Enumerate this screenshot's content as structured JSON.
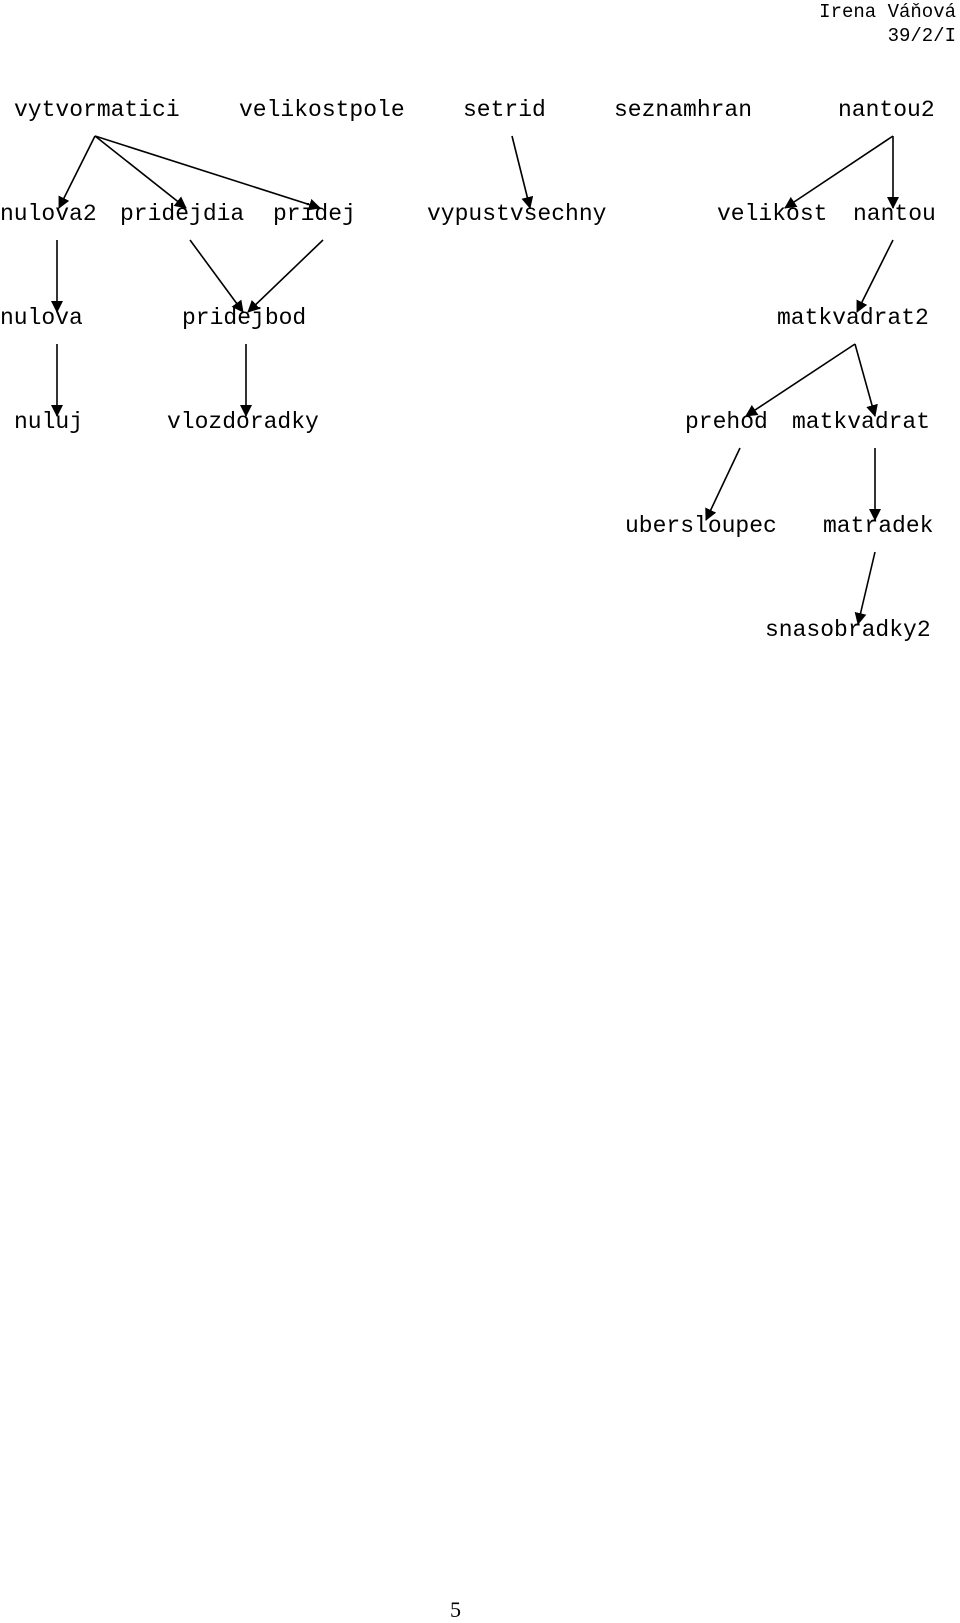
{
  "header": {
    "author": "Irena Váňová",
    "code": "39/2/I"
  },
  "nodes": {
    "vytvormatici": "vytvormatici",
    "velikostpole": "velikostpole",
    "setrid": "setrid",
    "seznamhran": "seznamhran",
    "nantou2": "nantou2",
    "nulova2": "nulova2",
    "pridejdia": "pridejdia",
    "pridej": "pridej",
    "vypustvsechny": "vypustvsechny",
    "velikost": "velikost",
    "nantou": "nantou",
    "nulova": "nulova",
    "pridejbod": "pridejbod",
    "matkvadrat2": "matkvadrat2",
    "nuluj": "nuluj",
    "vlozdoradky": "vlozdoradky",
    "prehod": "prehod",
    "matkvadrat": "matkvadrat",
    "ubersloupec": "ubersloupec",
    "matradek": "matradek",
    "snasobradky2": "snasobradky2"
  },
  "edges": [
    {
      "from": "vytvormatici",
      "to": "nulova2"
    },
    {
      "from": "vytvormatici",
      "to": "pridejdia"
    },
    {
      "from": "vytvormatici",
      "to": "pridej"
    },
    {
      "from": "setrid",
      "to": "vypustvsechny"
    },
    {
      "from": "nantou2",
      "to": "velikost"
    },
    {
      "from": "nantou2",
      "to": "nantou"
    },
    {
      "from": "nulova2",
      "to": "nulova"
    },
    {
      "from": "pridejdia",
      "to": "pridejbod"
    },
    {
      "from": "pridej",
      "to": "pridejbod"
    },
    {
      "from": "nantou",
      "to": "matkvadrat2"
    },
    {
      "from": "nulova",
      "to": "nuluj"
    },
    {
      "from": "pridejbod",
      "to": "vlozdoradky"
    },
    {
      "from": "matkvadrat2",
      "to": "prehod"
    },
    {
      "from": "matkvadrat2",
      "to": "matkvadrat"
    },
    {
      "from": "prehod",
      "to": "ubersloupec"
    },
    {
      "from": "matkvadrat",
      "to": "matradek"
    },
    {
      "from": "matradek",
      "to": "snasobradky2"
    }
  ],
  "page_number": "5"
}
